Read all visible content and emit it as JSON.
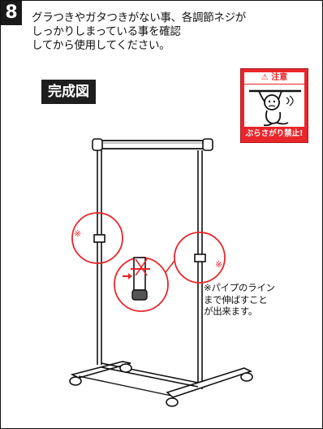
{
  "step": {
    "number": "8"
  },
  "instruction": {
    "lines": [
      "グラつきやガタつきがない事、各調節ネジが",
      "しっかりしまっている事を確認",
      "してから使用してください。"
    ]
  },
  "label": {
    "finished": "完成図"
  },
  "warning": {
    "header": "⚠ 注意",
    "footer": "ぶらさがり禁止!"
  },
  "note": {
    "lines": [
      "※パイプのライン",
      "まで伸ばすこと",
      "が出来ます。"
    ]
  },
  "marks": {
    "left": "※",
    "right": "※"
  },
  "colors": {
    "accent": "#e8262b",
    "ink": "#1a1a1a"
  }
}
